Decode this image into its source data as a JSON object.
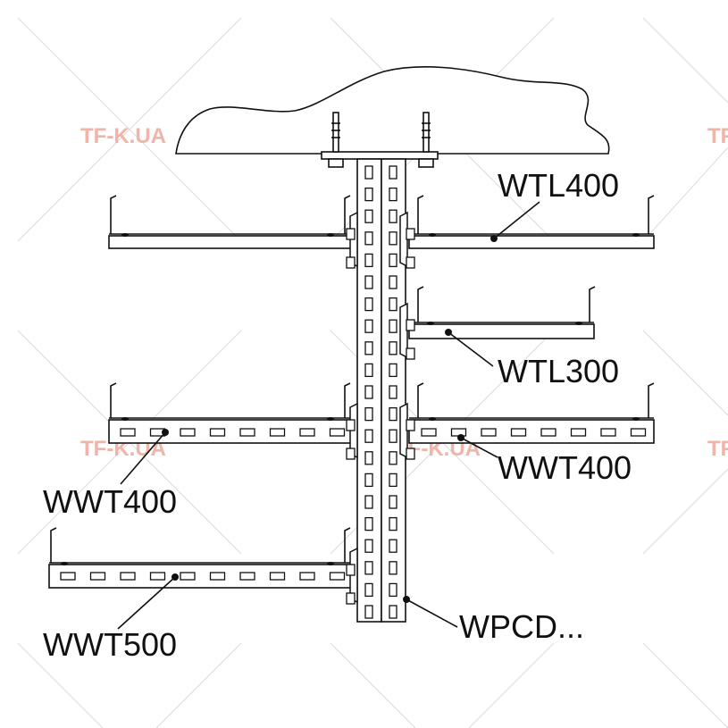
{
  "watermark": {
    "text": "TF-K.UA",
    "color": "#f2b3a8"
  },
  "labels": {
    "wtl400": "WTL400",
    "wtl300": "WTL300",
    "wwt400_right": "WWT400",
    "wwt400_left": "WWT400",
    "wwt500": "WWT500",
    "wpcd": "WPCD..."
  },
  "colors": {
    "line": "#111111",
    "background": "#ffffff",
    "watermark_diagonals": "#d9d9d9"
  }
}
